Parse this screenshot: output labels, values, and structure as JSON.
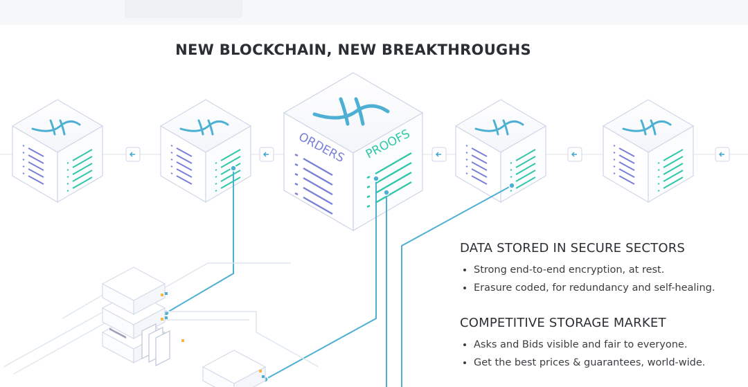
{
  "title": "NEW BLOCKCHAIN, NEW BREAKTHROUGHS",
  "central_block": {
    "left_label": "ORDERS",
    "right_label": "PROOFS"
  },
  "sections": [
    {
      "heading": "DATA STORED IN SECURE SECTORS",
      "bullets": [
        "Strong end-to-end encryption, at rest.",
        "Erasure coded, for redundancy and self-healing."
      ]
    },
    {
      "heading": "COMPETITIVE STORAGE MARKET",
      "bullets": [
        "Asks and Bids visible and fair to everyone.",
        "Get the best prices & guarantees, world-wide."
      ]
    }
  ],
  "colors": {
    "accent_teal": "#2fc7a7",
    "accent_blue": "#4db0d3",
    "lines_purple": "#7a80d8",
    "cube_edge": "#c9d0e2"
  },
  "icons": [
    "filecoin-logo-icon",
    "arrow-left-icon"
  ]
}
